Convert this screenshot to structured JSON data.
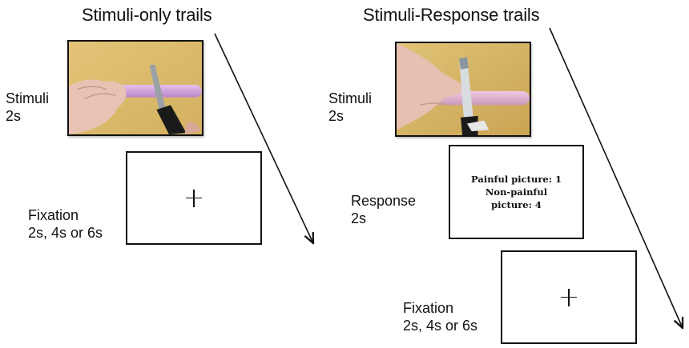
{
  "panels": {
    "stimuli_only": {
      "title": "Stimuli-only trails",
      "stimuli_label": "Stimuli\n2s",
      "stimuli_image": "hand holding pink tube with knife",
      "fixation_label": "Fixation\n2s, 4s or 6s",
      "fixation_symbol": "+"
    },
    "stimuli_response": {
      "title": "Stimuli-Response trails",
      "stimuli_label": "Stimuli\n2s",
      "stimuli_image": "hand holding pink tube with utility knife",
      "response_label": "Response\n2s",
      "response_lines": [
        "Painful picture: 1",
        "Non-painful",
        "picture: 4"
      ],
      "fixation_label": "Fixation\n2s, 4s or 6s",
      "fixation_symbol": "+"
    }
  },
  "icons": {
    "time_arrow": "diagonal-arrow-down-right"
  },
  "colors": {
    "ink": "#111111",
    "wood": "#d9b867",
    "tube": "#d7a3e0",
    "skin": "#e9c2b2"
  }
}
